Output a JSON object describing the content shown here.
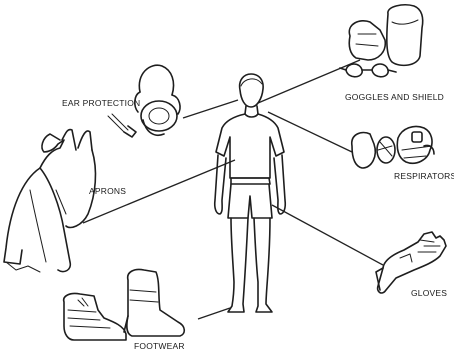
{
  "labels": {
    "ear_protection": "EAR PROTECTION",
    "goggles_and_shield": "GOGGLES AND SHIELD",
    "aprons": "APRONS",
    "respirators": "RESPIRATORS",
    "gloves": "GLOVES",
    "footwear": "FOOTWEAR"
  },
  "icons": [
    "person-figure",
    "ear-protection-icon",
    "goggles-shield-icon",
    "apron-icon",
    "respirator-icon",
    "glove-icon",
    "boot-icon"
  ]
}
